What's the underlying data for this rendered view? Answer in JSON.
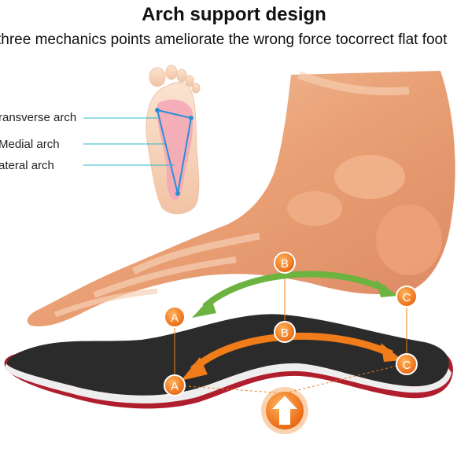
{
  "title": "Arch support design",
  "subtitle": "three mechanics points ameliorate the wrong force tocorrect flat foot",
  "arch_labels": {
    "transverse": "ransverse arch",
    "medial": "Medial arch",
    "lateral": "ateral arch"
  },
  "points": {
    "a": "A",
    "b": "B",
    "c": "C"
  },
  "colors": {
    "accent": "#f07d1a",
    "arrow_green": "#6cb33f",
    "guide": "#28b8c8",
    "insole_top": "#2b2b2b",
    "insole_base": "#b01e2e",
    "bone": "#e8a07a"
  },
  "icons": {
    "up_arrow": "up-arrow-icon",
    "arch_arrow_green": "curved-double-arrow-icon",
    "arch_arrow_orange": "curved-double-arrow-icon"
  }
}
